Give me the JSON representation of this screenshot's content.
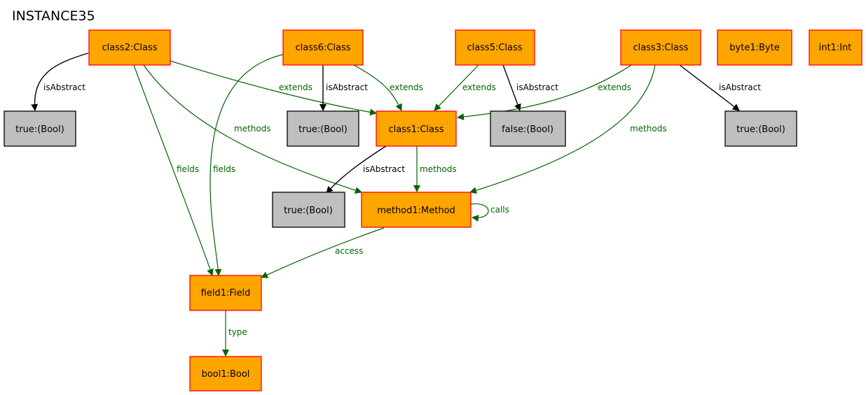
{
  "diagram": {
    "title": "INSTANCE35",
    "colors": {
      "object_fill": "#ffa500",
      "object_stroke": "#ff0000",
      "value_fill": "#bfbfbf",
      "value_stroke": "#000000",
      "reference_edge": "#006400",
      "attribute_edge": "#000000"
    },
    "nodes": [
      {
        "id": "class2",
        "label": "class2:Class",
        "kind": "object"
      },
      {
        "id": "class6",
        "label": "class6:Class",
        "kind": "object"
      },
      {
        "id": "class5",
        "label": "class5:Class",
        "kind": "object"
      },
      {
        "id": "class3",
        "label": "class3:Class",
        "kind": "object"
      },
      {
        "id": "byte1",
        "label": "byte1:Byte",
        "kind": "object"
      },
      {
        "id": "int1",
        "label": "int1:Int",
        "kind": "object"
      },
      {
        "id": "true_a",
        "label": "true:(Bool)",
        "kind": "value"
      },
      {
        "id": "true_b",
        "label": "true:(Bool)",
        "kind": "value"
      },
      {
        "id": "class1",
        "label": "class1:Class",
        "kind": "object"
      },
      {
        "id": "false_a",
        "label": "false:(Bool)",
        "kind": "value"
      },
      {
        "id": "true_c",
        "label": "true:(Bool)",
        "kind": "value"
      },
      {
        "id": "true_d",
        "label": "true:(Bool)",
        "kind": "value"
      },
      {
        "id": "method1",
        "label": "method1:Method",
        "kind": "object"
      },
      {
        "id": "field1",
        "label": "field1:Field",
        "kind": "object"
      },
      {
        "id": "bool1",
        "label": "bool1:Bool",
        "kind": "object"
      }
    ],
    "edges": [
      {
        "id": "e1",
        "from": "class2",
        "to": "true_a",
        "label": "isAbstract",
        "kind": "attribute"
      },
      {
        "id": "e2",
        "from": "class2",
        "to": "class1",
        "label": "extends",
        "kind": "reference"
      },
      {
        "id": "e3",
        "from": "class2",
        "to": "method1",
        "label": "methods",
        "kind": "reference"
      },
      {
        "id": "e4",
        "from": "class2",
        "to": "field1",
        "label": "fields",
        "kind": "reference"
      },
      {
        "id": "e5",
        "from": "class6",
        "to": "true_b",
        "label": "isAbstract",
        "kind": "attribute"
      },
      {
        "id": "e6",
        "from": "class6",
        "to": "class1",
        "label": "extends",
        "kind": "reference"
      },
      {
        "id": "e7",
        "from": "class6",
        "to": "field1",
        "label": "fields",
        "kind": "reference"
      },
      {
        "id": "e8",
        "from": "class5",
        "to": "class1",
        "label": "extends",
        "kind": "reference"
      },
      {
        "id": "e9",
        "from": "class5",
        "to": "false_a",
        "label": "isAbstract",
        "kind": "attribute"
      },
      {
        "id": "e10",
        "from": "class3",
        "to": "class1",
        "label": "extends",
        "kind": "reference"
      },
      {
        "id": "e11",
        "from": "class3",
        "to": "true_d",
        "label": "isAbstract",
        "kind": "attribute"
      },
      {
        "id": "e12",
        "from": "class3",
        "to": "method1",
        "label": "methods",
        "kind": "reference"
      },
      {
        "id": "e13",
        "from": "class1",
        "to": "true_c",
        "label": "isAbstract",
        "kind": "attribute"
      },
      {
        "id": "e14",
        "from": "class1",
        "to": "method1",
        "label": "methods",
        "kind": "reference"
      },
      {
        "id": "e15",
        "from": "method1",
        "to": "method1",
        "label": "calls",
        "kind": "reference"
      },
      {
        "id": "e16",
        "from": "method1",
        "to": "field1",
        "label": "access",
        "kind": "reference"
      },
      {
        "id": "e17",
        "from": "field1",
        "to": "bool1",
        "label": "type",
        "kind": "reference"
      }
    ]
  }
}
